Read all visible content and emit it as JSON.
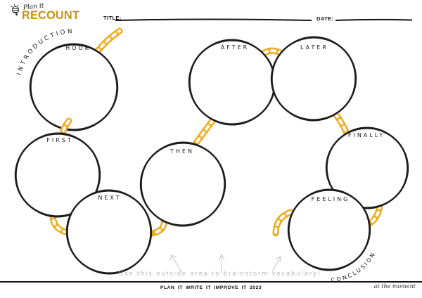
{
  "brand": {
    "script": "Plan it",
    "name": "RECOUNT"
  },
  "header": {
    "title_label": "TITLE:",
    "title_value": "",
    "date_label": "DATE:",
    "date_value": ""
  },
  "bubbles": [
    {
      "label": "HOOK"
    },
    {
      "label": "FIRST"
    },
    {
      "label": "NEXT"
    },
    {
      "label": "THEN"
    },
    {
      "label": "AFTER"
    },
    {
      "label": "LATER"
    },
    {
      "label": "FINALLY"
    },
    {
      "label": "FEELING"
    }
  ],
  "curved": {
    "introduction": "INTRODUCTION",
    "conclusion": "CONCLUSION"
  },
  "hint": "Use this outside area to brainstorm vocabulary!",
  "footer": {
    "tagline": "PLAN IT WRITE IT IMPROVE IT 2023",
    "signature": "at the moment"
  },
  "colors": {
    "chain_gold": "#F0AC1E",
    "brand_gold": "#C8930F",
    "ink": "#1c1c1c",
    "hint_gray": "#b5b5b5"
  }
}
